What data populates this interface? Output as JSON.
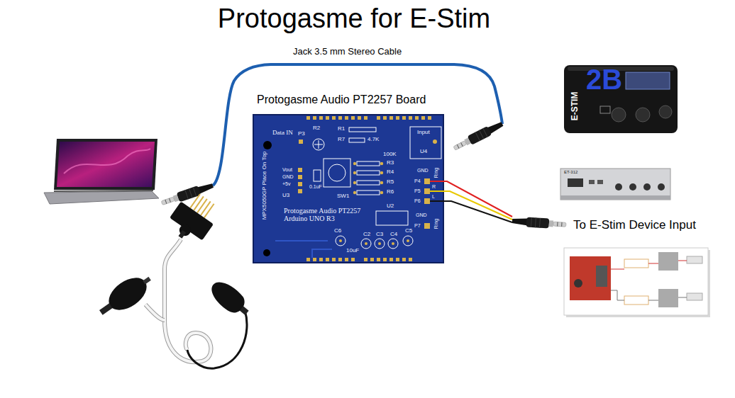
{
  "diagram": {
    "title": "Protogasme for E-Stim",
    "nodes": [
      {
        "text": [
          "Protogasme Audio PT2257 Board"
        ]
      }
    ],
    "labels": [
      "Jack 3.5 mm Stereo Cable",
      "Data IN",
      "P3",
      "R2",
      "R1",
      "4.7K",
      "R7",
      "Input",
      "U4",
      "100K",
      "R3",
      "R4",
      "R5",
      "R6",
      "MPX5050GP Place On Top",
      "Vout",
      "GND",
      "+5v",
      "U3",
      "0.1uF",
      "SW1",
      "GND",
      "Ring",
      "P4",
      "R",
      "P5",
      "L",
      "P6",
      "GND",
      "P7",
      "Ring",
      "Protogasme Audio PT2257 Arduino UNO R3",
      "U2",
      "C6",
      "10uF",
      "C2",
      "C3",
      "C4",
      "C5",
      "To E-Stim Device Input",
      "2B",
      "E-STIM",
      "ET-312"
    ]
  }
}
